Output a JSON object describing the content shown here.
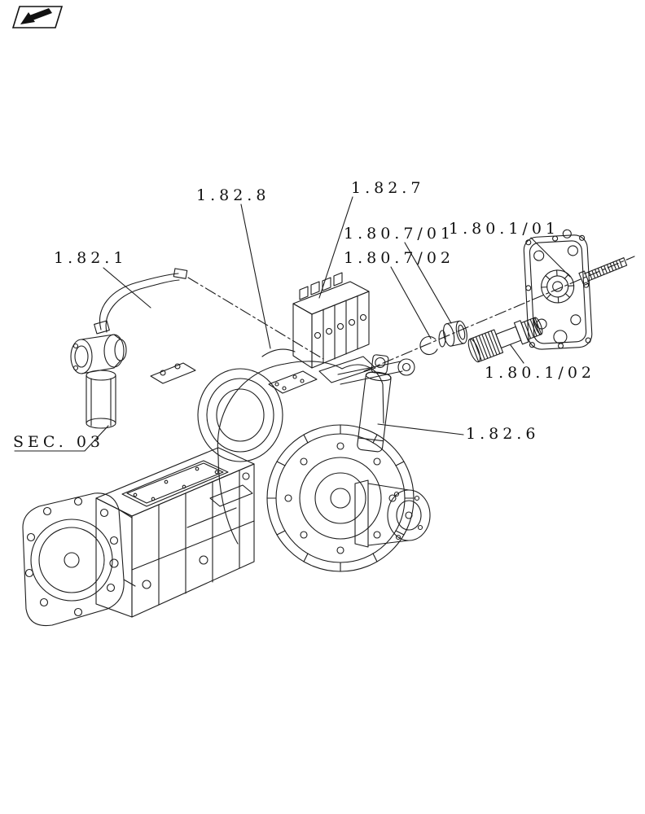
{
  "colors": {
    "background": "#ffffff",
    "ink": "#1c1c1c"
  },
  "corner_icon": {
    "icon": "page-turn-arrow-icon"
  },
  "labels": [
    {
      "id": "ref-1-82-1",
      "text": "1.82.1"
    },
    {
      "id": "ref-1-82-8",
      "text": "1.82.8"
    },
    {
      "id": "ref-1-82-7",
      "text": "1.82.7"
    },
    {
      "id": "ref-1-80-7-01",
      "text": "1.80.7/01"
    },
    {
      "id": "ref-1-80-1-01",
      "text": "1.80.1/01"
    },
    {
      "id": "ref-1-80-7-02",
      "text": "1.80.7/02"
    },
    {
      "id": "ref-1-80-1-02",
      "text": "1.80.1/02"
    },
    {
      "id": "ref-sec-03",
      "text": "SEC. 03"
    },
    {
      "id": "ref-1-82-6",
      "text": "1.82.6"
    }
  ]
}
